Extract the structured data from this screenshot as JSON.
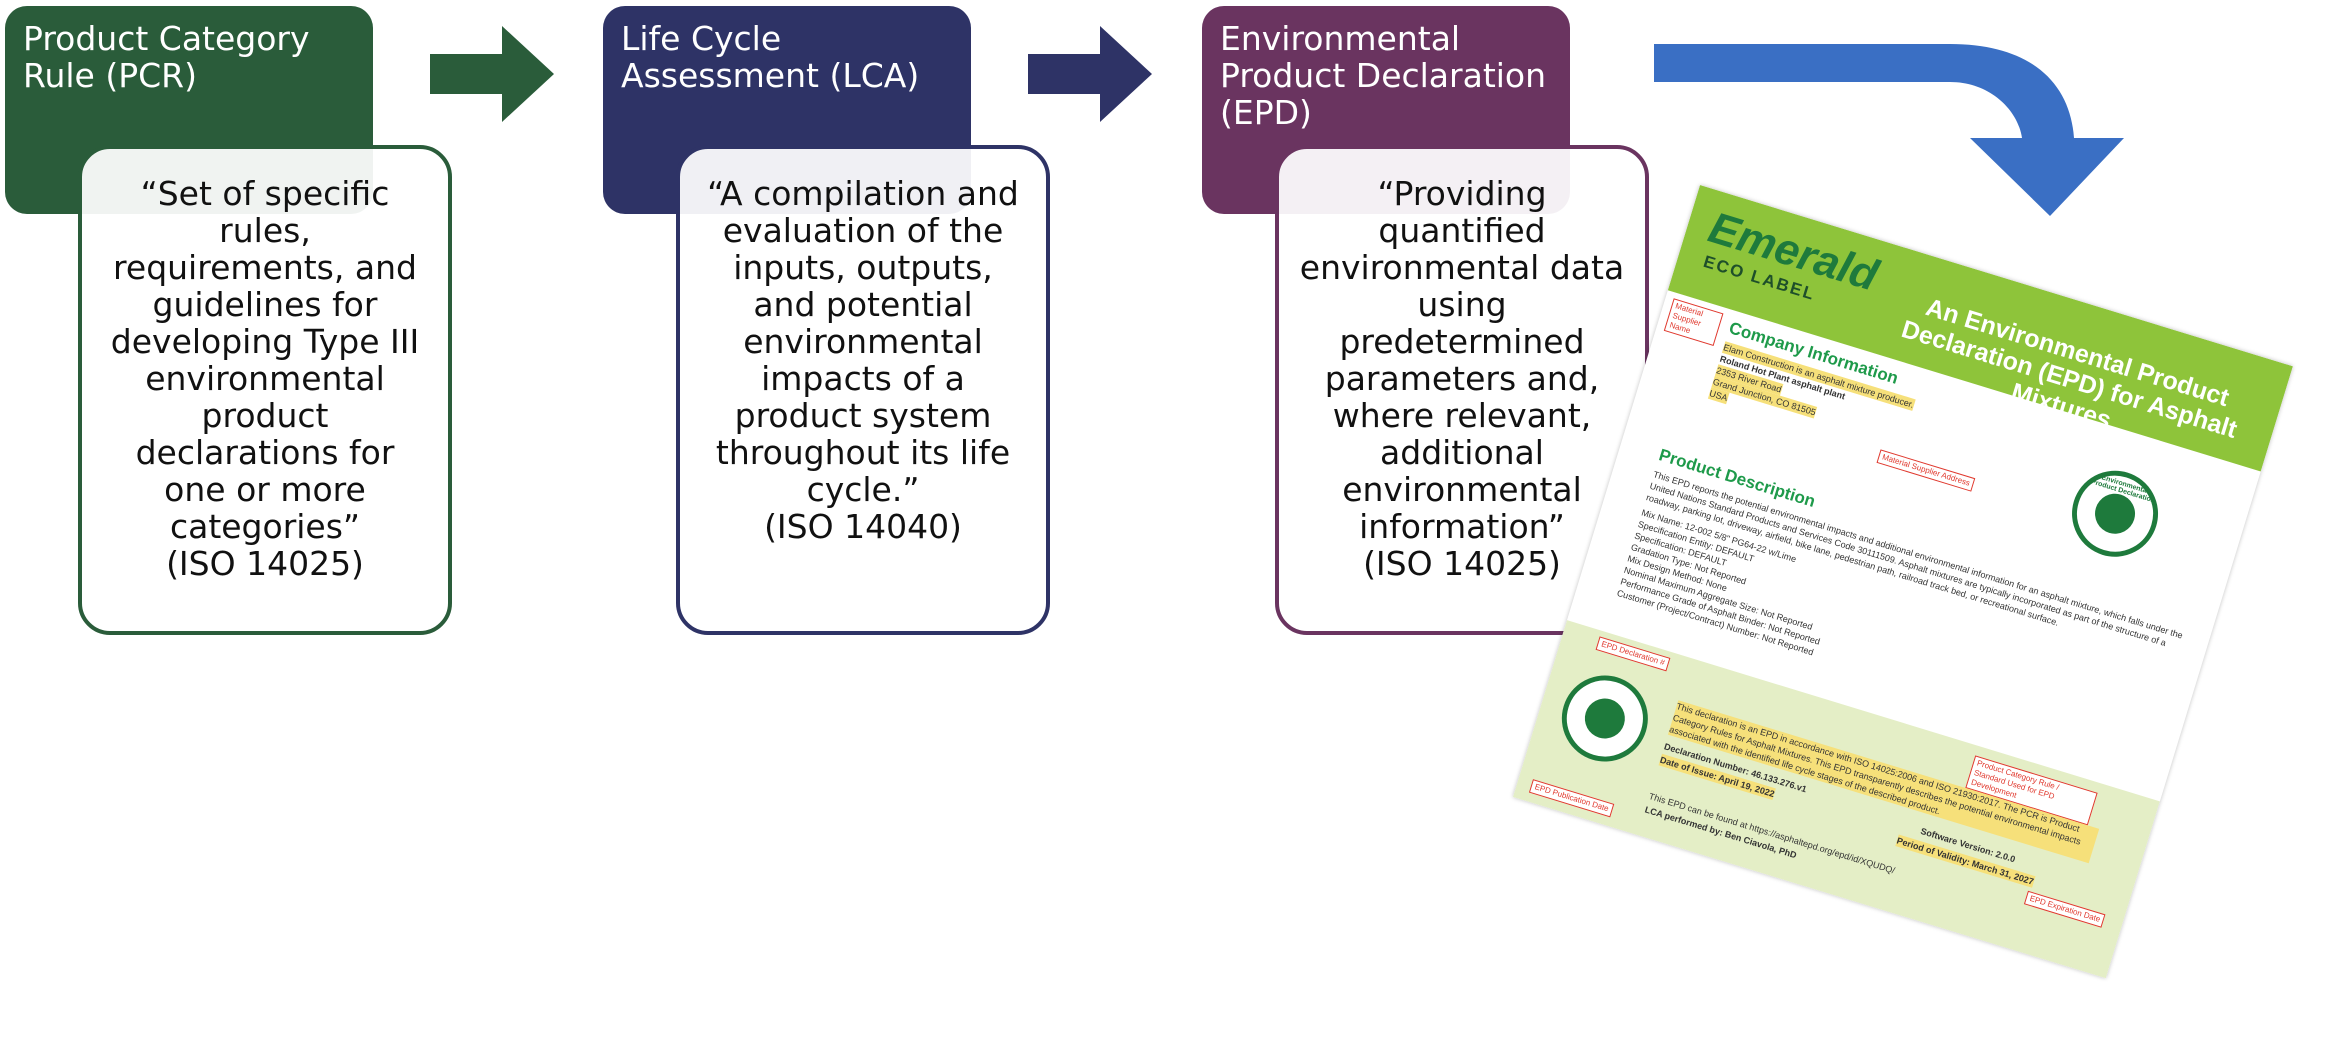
{
  "steps": [
    {
      "header": "Product Category Rule (PCR)",
      "quote": "“Set of specific rules, requirements, and guidelines for developing Type III environmental product declarations for one or more categories”",
      "source": "(ISO 14025)",
      "color": "#2a5c3a"
    },
    {
      "header": "Life Cycle Assessment (LCA)",
      "quote": "“A compilation and evaluation of the inputs, outputs, and potential environmental impacts of a product system throughout its life cycle.”",
      "source": "(ISO 14040)",
      "color": "#2e3366"
    },
    {
      "header": "Environmental Product Declaration (EPD)",
      "quote": "“Providing quantified environmental data using predetermined parameters and, where relevant, additional environmental information”",
      "source": "(ISO 14025)",
      "color": "#6a3460"
    }
  ],
  "arrow_colors": [
    "#2a5c3a",
    "#2e3366",
    "#3a6fc4"
  ],
  "document": {
    "brand": "Emerald",
    "brand_sub": "ECO LABEL",
    "title": "An Environmental Product Declaration (EPD) for Asphalt Mixtures",
    "company_heading": "Company Information",
    "company_lines": [
      "Elam Construction is an asphalt mixture producer.",
      "Roland Hot Plant asphalt plant",
      "2353 River Road",
      "Grand Junction, CO 81505",
      "USA"
    ],
    "product_heading": "Product Description",
    "product_text": "This EPD reports the potential environmental impacts and additional environmental information for an asphalt mixture, which falls under the United Nations Standard Products and Services Code 30111509. Asphalt mixtures are typically incorporated as part of the structure of a roadway, parking lot, driveway, airfield, bike lane, pedestrian path, railroad track bed, or recreational surface.",
    "product_details": [
      "Mix Name: 12-002 5/8\" PG64-22 w/Lime",
      "Specification Entity: DEFAULT",
      "Specification: DEFAULT",
      "Gradation Type: Not Reported",
      "Mix Design Method: None",
      "Nominal Maximum Aggregate Size: Not Reported",
      "Performance Grade of Asphalt Binder: Not Reported",
      "Customer (Project/Contract) Number: Not Reported"
    ],
    "declaration_text": "This declaration is an EPD in accordance with ISO 14025:2006 and ISO 21930:2017. The PCR is Product Category Rules for Asphalt Mixtures. This EPD transparently describes the potential environmental impacts associated with the identified life cycle stages of the described product.",
    "declaration_number": "Declaration Number: 46.133.276.v1",
    "date_of_issue": "Date of Issue: April 19, 2022",
    "software_version": "Software Version: 2.0.0",
    "validity": "Period of Validity: March 31, 2027",
    "found_at": "This EPD can be found at https://asphaltepd.org/epd/id/XQUDQ/",
    "lca_by": "LCA performed by: Ben Ciavola, PhD",
    "labels": {
      "supplier_name": "Material Supplier Name",
      "supplier_address": "Material Supplier Address",
      "epd_declaration": "EPD Declaration #",
      "pcr_standard": "Product Category Rule / Standard Used for EPD Development",
      "expiration": "EPD Expiration Date",
      "publication": "EPD Publication Date"
    },
    "seal_text": "Environmental Product Declaration"
  }
}
